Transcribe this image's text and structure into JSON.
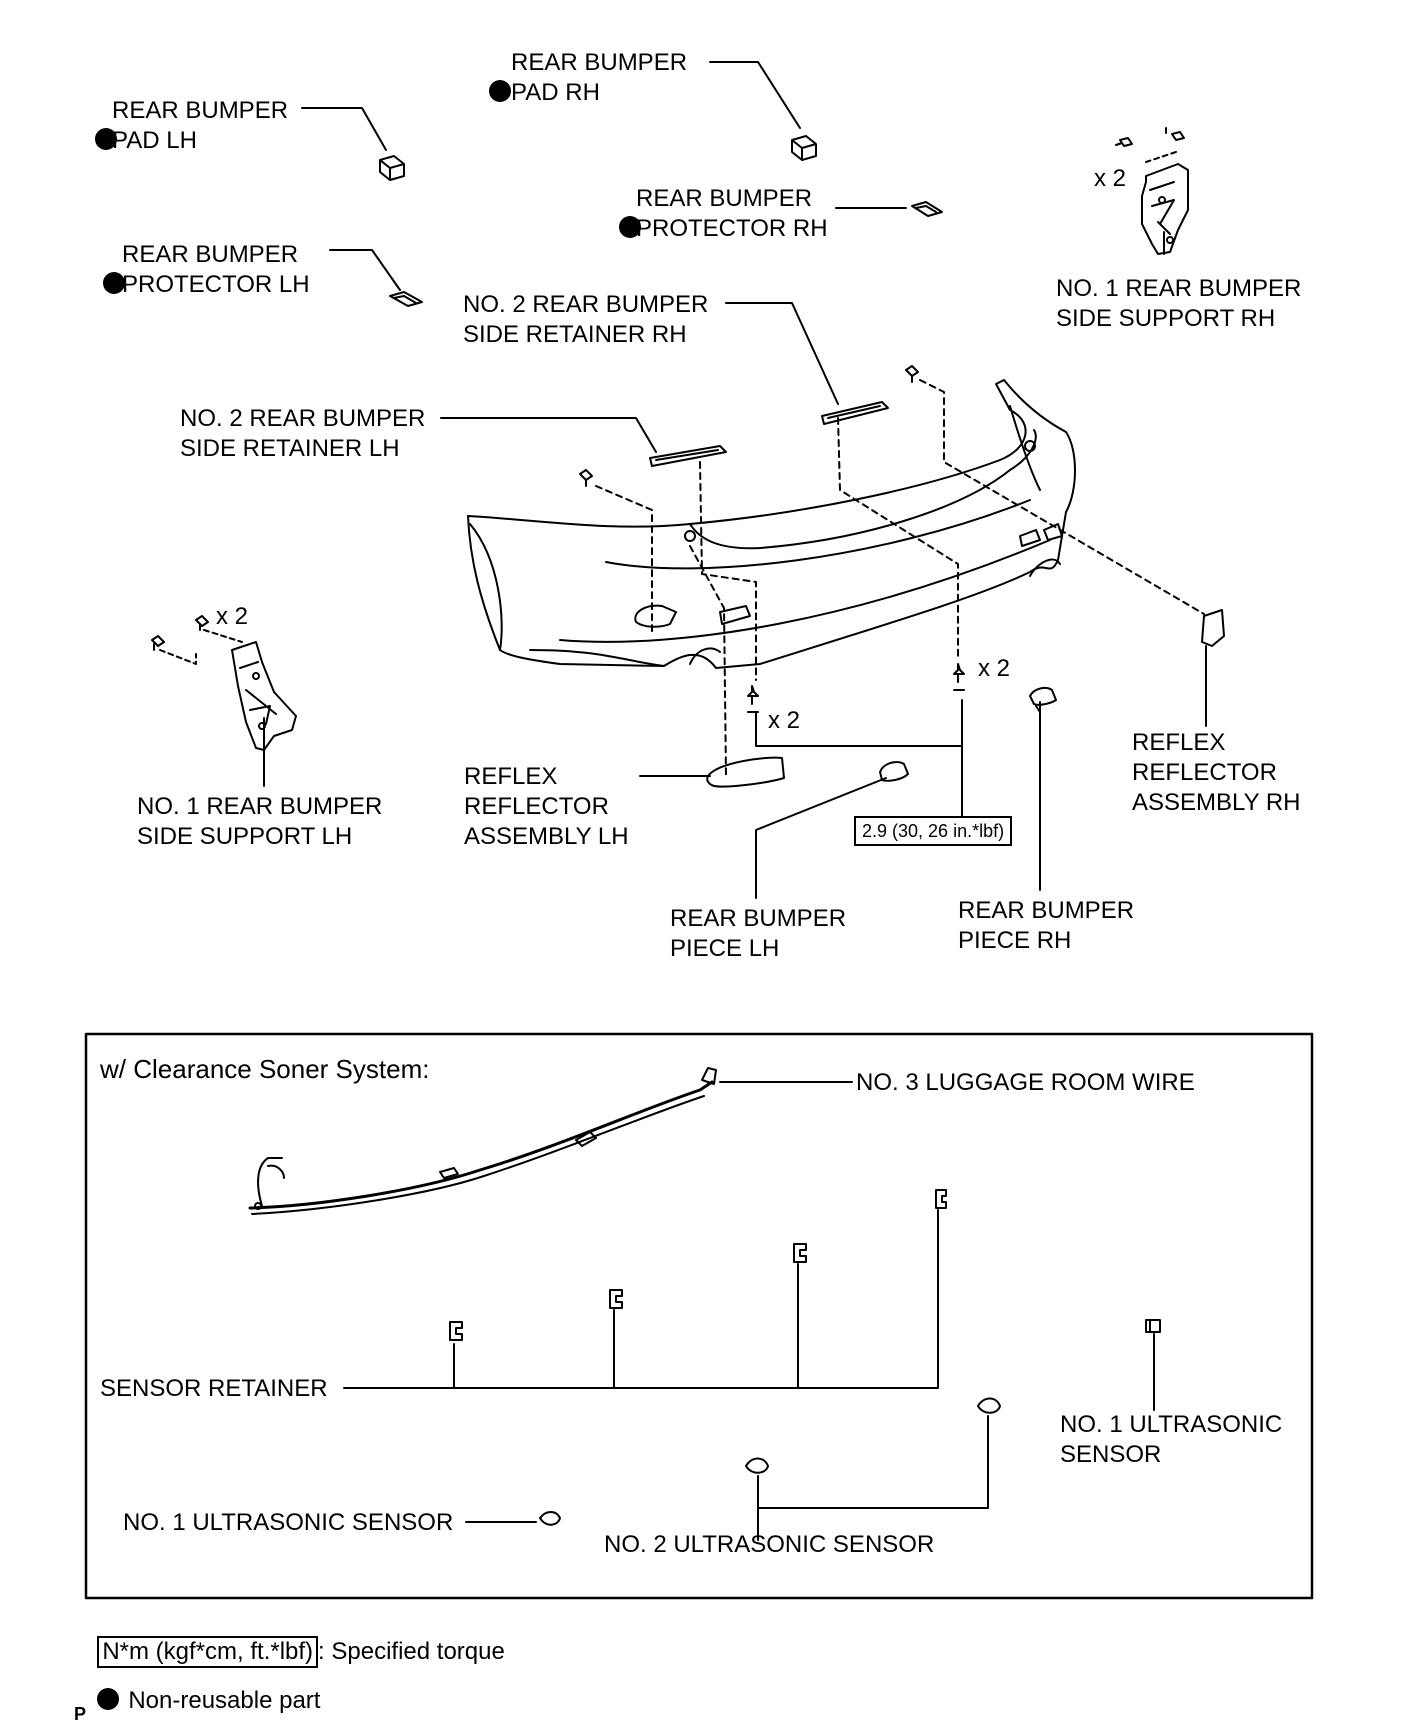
{
  "labels": {
    "pad_lh": "REAR BUMPER\nPAD LH",
    "pad_rh": "REAR BUMPER\nPAD RH",
    "protector_lh": "REAR BUMPER\nPROTECTOR LH",
    "protector_rh": "REAR BUMPER\nPROTECTOR RH",
    "support_rh": "NO. 1 REAR BUMPER\nSIDE SUPPORT RH",
    "support_lh": "NO. 1 REAR BUMPER\nSIDE SUPPORT LH",
    "retainer_rh": "NO. 2 REAR BUMPER\nSIDE RETAINER RH",
    "retainer_lh": "NO. 2 REAR BUMPER\nSIDE RETAINER LH",
    "reflector_lh": "REFLEX\nREFLECTOR\nASSEMBLY LH",
    "reflector_rh": "REFLEX\nREFLECTOR\nASSEMBLY RH",
    "piece_lh": "REAR BUMPER\nPIECE LH",
    "piece_rh": "REAR BUMPER\nPIECE RH"
  },
  "quantities": {
    "support_rh": "x 2",
    "support_lh": "x 2",
    "bolts_left": "x 2",
    "bolts_right": "x 2"
  },
  "torque": "2.9 (30, 26 in.*lbf)",
  "sonar": {
    "title": "w/ Clearance Soner System:",
    "wire": "NO. 3 LUGGAGE ROOM WIRE",
    "retainer": "SENSOR RETAINER",
    "sensor1_left": "NO. 1 ULTRASONIC SENSOR",
    "sensor1_right": "NO. 1 ULTRASONIC\nSENSOR",
    "sensor2": "NO. 2 ULTRASONIC SENSOR"
  },
  "legend": {
    "torque_unit": "N*m (kgf*cm, ft.*lbf)",
    "torque_text": ": Specified torque",
    "nonreusable_text": "Non-reusable part"
  },
  "page_code": "P"
}
